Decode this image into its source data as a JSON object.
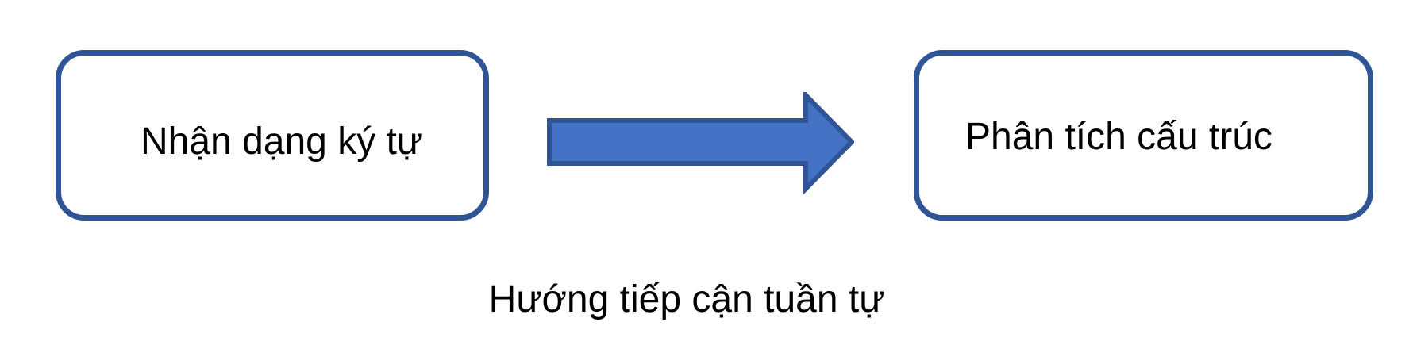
{
  "diagram": {
    "nodes": [
      {
        "id": "character-recognition",
        "label": "Nhận dạng ký tự"
      },
      {
        "id": "structure-analysis",
        "label": "Phân tích cấu trúc"
      }
    ],
    "edges": [
      {
        "from": "character-recognition",
        "to": "structure-analysis",
        "style": "block-arrow"
      }
    ],
    "caption": "Hướng tiếp cận tuần tự"
  },
  "colors": {
    "box_border": "#2f5597",
    "arrow_fill": "#4472c4",
    "arrow_border": "#2f5597",
    "text": "#000000",
    "background": "#ffffff"
  }
}
